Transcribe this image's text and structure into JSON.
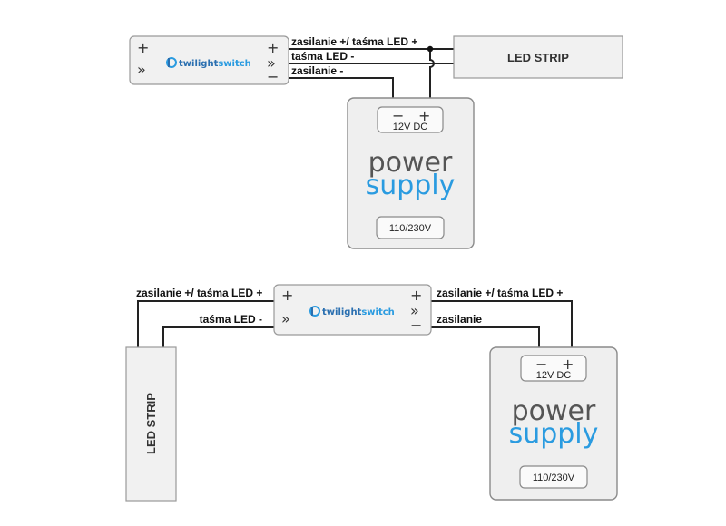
{
  "labels": {
    "plus": "+",
    "minus": "−",
    "arrow": "»",
    "supply_plus_strip_plus": "zasilanie +/ taśma LED +",
    "strip_minus": "taśma LED -",
    "supply_minus": "zasilanie -",
    "supply_minus_short": "zasilanie",
    "led_strip": "LED STRIP",
    "dc": "12V DC",
    "ac": "110/230V",
    "power": "power",
    "supply": "supply",
    "brand_a": "twilight",
    "brand_b": "switch"
  }
}
